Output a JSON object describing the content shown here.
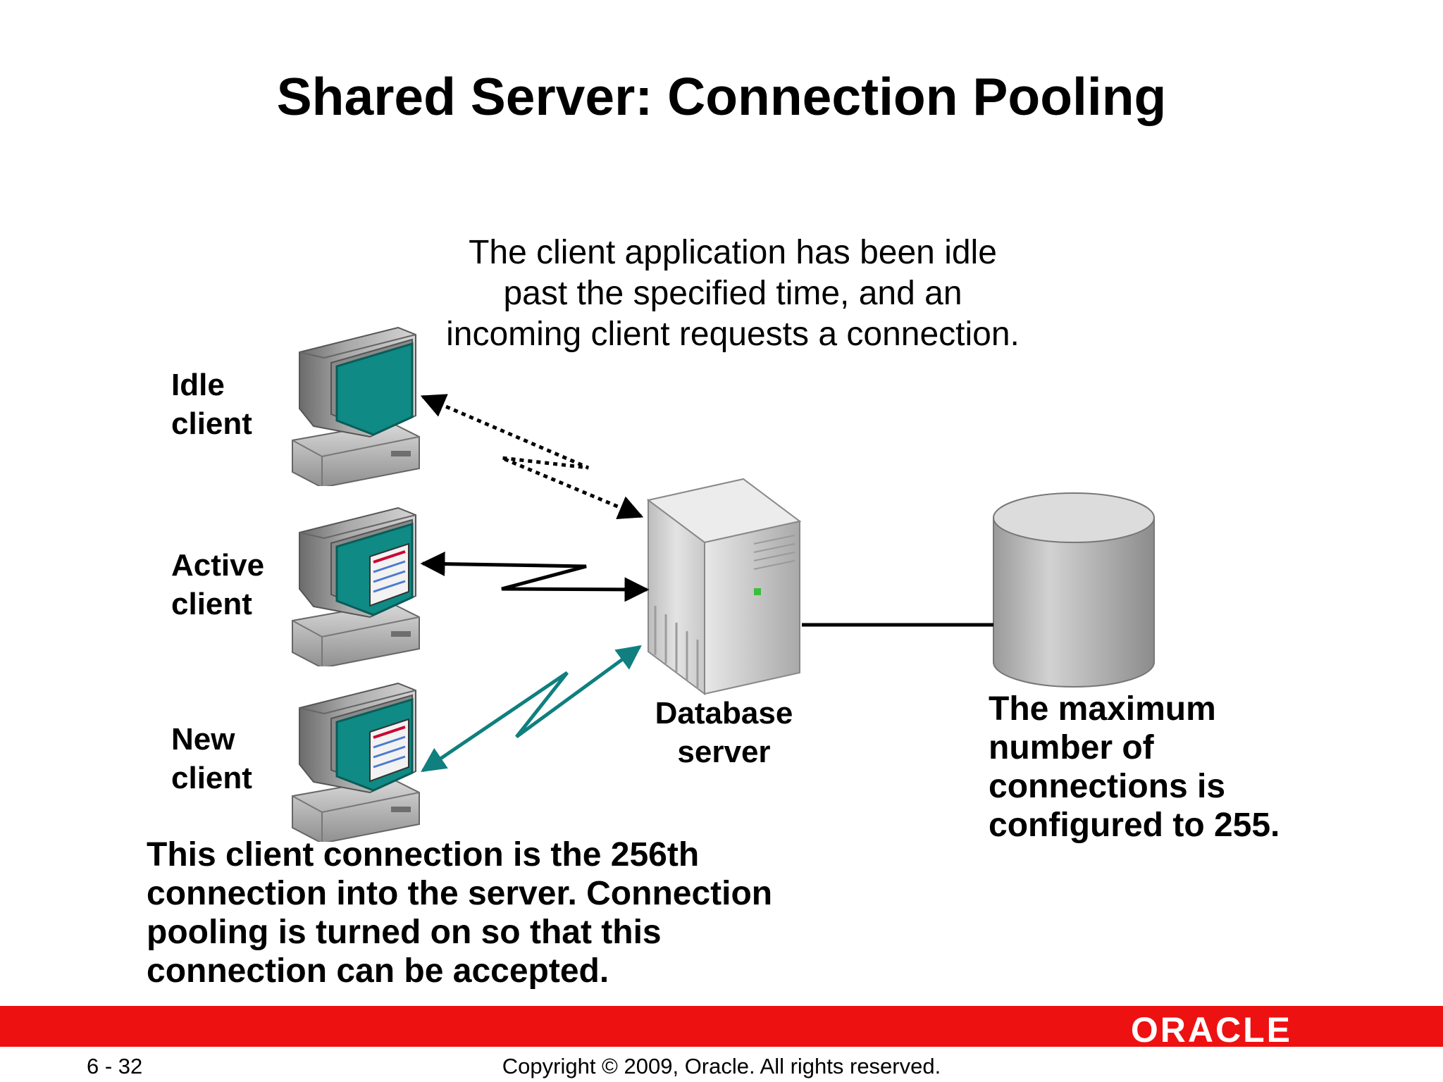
{
  "title": "Shared Server: Connection Pooling",
  "notes": {
    "idle": [
      "The client application has been idle",
      "past the specified time, and an",
      "incoming client requests a connection."
    ],
    "max": [
      "The maximum",
      "number of",
      "connections is",
      "configured to 255."
    ],
    "bottom": [
      "This client connection is the 256th",
      "connection into the server. Connection",
      "pooling is turned on so that this",
      "connection can be accepted."
    ]
  },
  "clients": {
    "idle": [
      "Idle",
      "client"
    ],
    "active": [
      "Active",
      "client"
    ],
    "new": [
      "New",
      "client"
    ]
  },
  "server": [
    "Database",
    "server"
  ],
  "footer": {
    "logo": "ORACLE",
    "page": "6 - 32",
    "copyright": "Copyright © 2009, Oracle. All rights reserved."
  },
  "colors": {
    "footer_bar": "#ee1111",
    "new_connection": "#0f7f7f",
    "idle_screen": "#0f8a85"
  }
}
